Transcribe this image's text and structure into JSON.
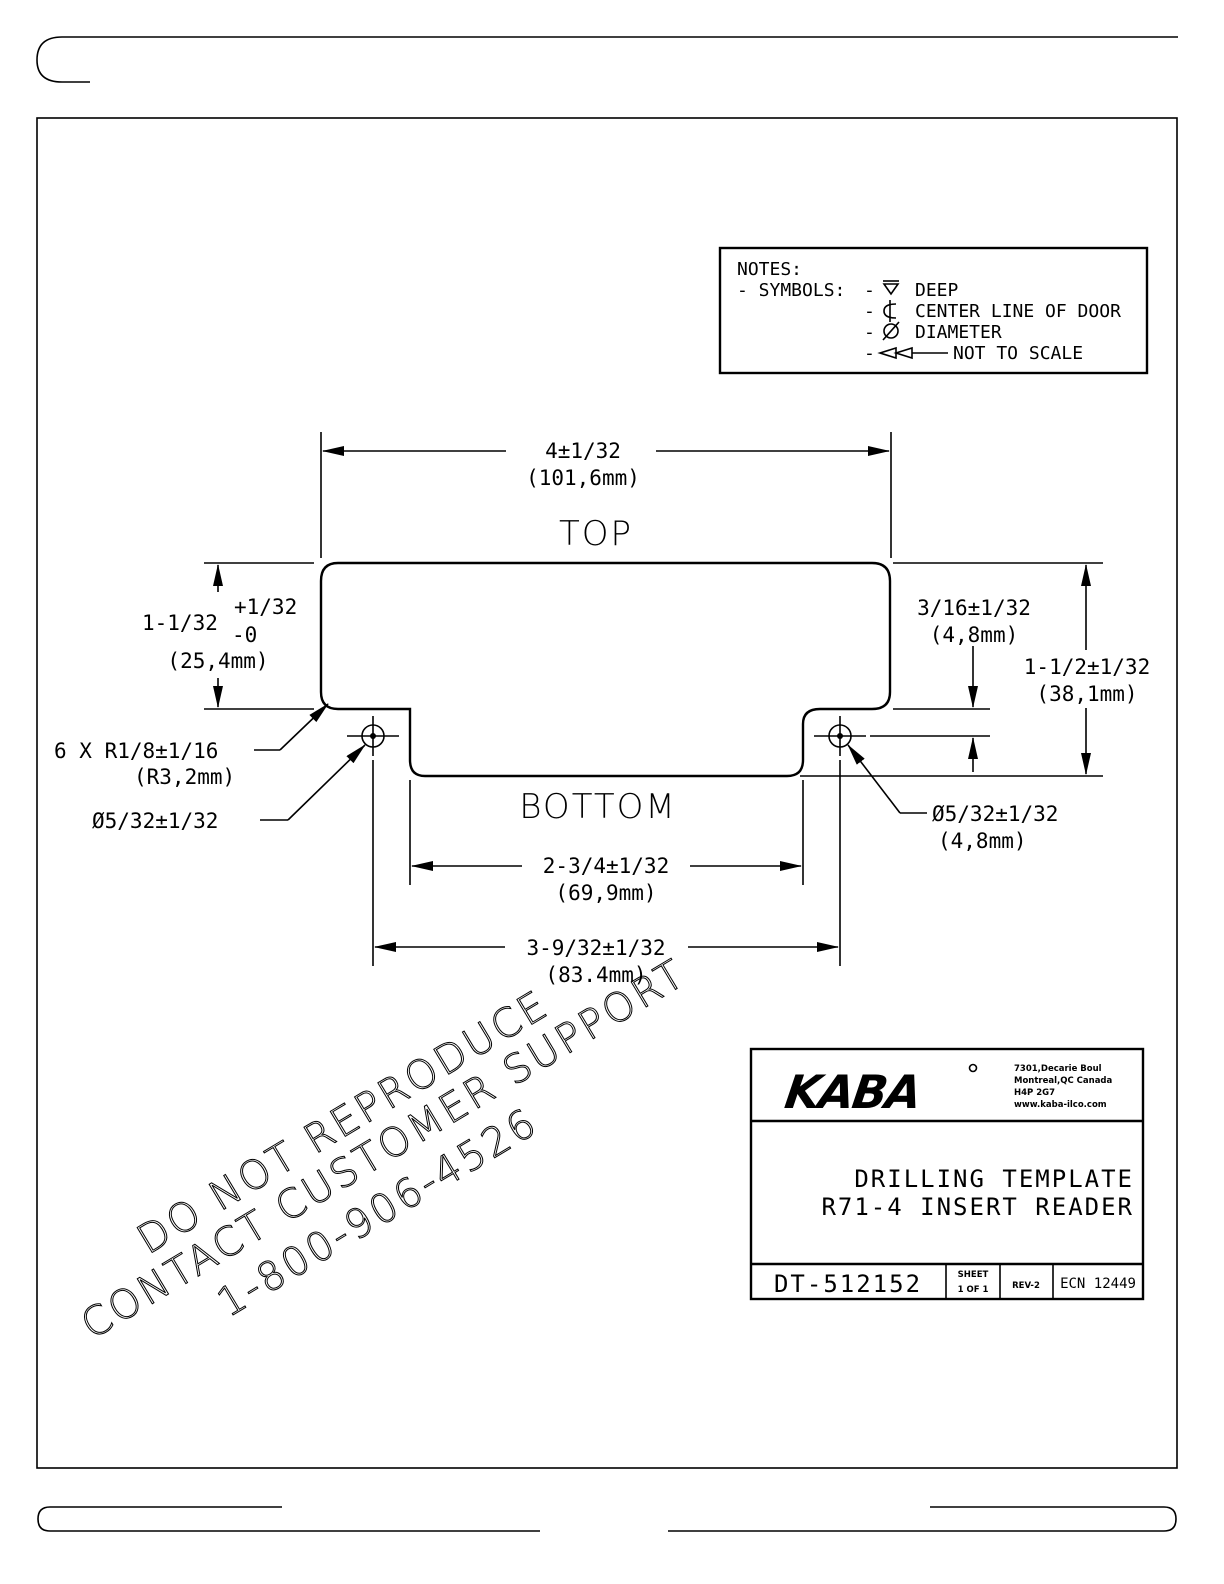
{
  "notes": {
    "heading": "NOTES:",
    "symbols_label": "- SYMBOLS:",
    "items": [
      {
        "dash": "-",
        "symbol": "deep-symbol-icon",
        "text": "DEEP"
      },
      {
        "dash": "-",
        "symbol": "centerline-symbol-icon",
        "text": "CENTER LINE OF DOOR"
      },
      {
        "dash": "-",
        "symbol": "diameter-symbol-icon",
        "text": "DIAMETER"
      },
      {
        "dash": "-",
        "symbol": "not-to-scale-arrow-icon",
        "text": "NOT TO SCALE"
      }
    ]
  },
  "drawing": {
    "top_label": "TOP",
    "bottom_label": "BOTTOM",
    "dims": {
      "width_top": "4±1/32",
      "width_top_mm": "(101,6mm)",
      "upper_height": "1-1/32",
      "upper_height_tol_plus": "+1/32",
      "upper_height_tol_minus": "-0",
      "upper_height_mm": "(25,4mm)",
      "hole_offset": "3/16±1/32",
      "hole_offset_mm": "(4,8mm)",
      "total_height": "1-1/2±1/32",
      "total_height_mm": "(38,1mm)",
      "radius": "6 X R1/8±1/16",
      "radius_mm": "(R3,2mm)",
      "hole_left": "Ø5/32±1/32",
      "hole_right": "Ø5/32±1/32",
      "hole_right_mm": "(4,8mm)",
      "width_bottom": "2-3/4±1/32",
      "width_bottom_mm": "(69,9mm)",
      "hole_spacing": "3-9/32±1/32",
      "hole_spacing_mm": "(83.4mm)"
    }
  },
  "watermark": {
    "line1": "DO NOT REPRODUCE",
    "line2": "CONTACT CUSTOMER SUPPORT",
    "line3": "1-800-906-4526"
  },
  "title_block": {
    "logo_text": "KABA",
    "address": [
      "7301,Decarie Boul",
      "Montreal,QC Canada",
      "H4P 2G7",
      "www.kaba-ilco.com"
    ],
    "title_line1": "DRILLING TEMPLATE",
    "title_line2": "R71-4 INSERT READER",
    "drawing_number": "DT-512152",
    "sheet_label": "SHEET",
    "sheet_value": "1 OF 1",
    "revision": "REV-2",
    "ecn": "ECN 12449"
  }
}
